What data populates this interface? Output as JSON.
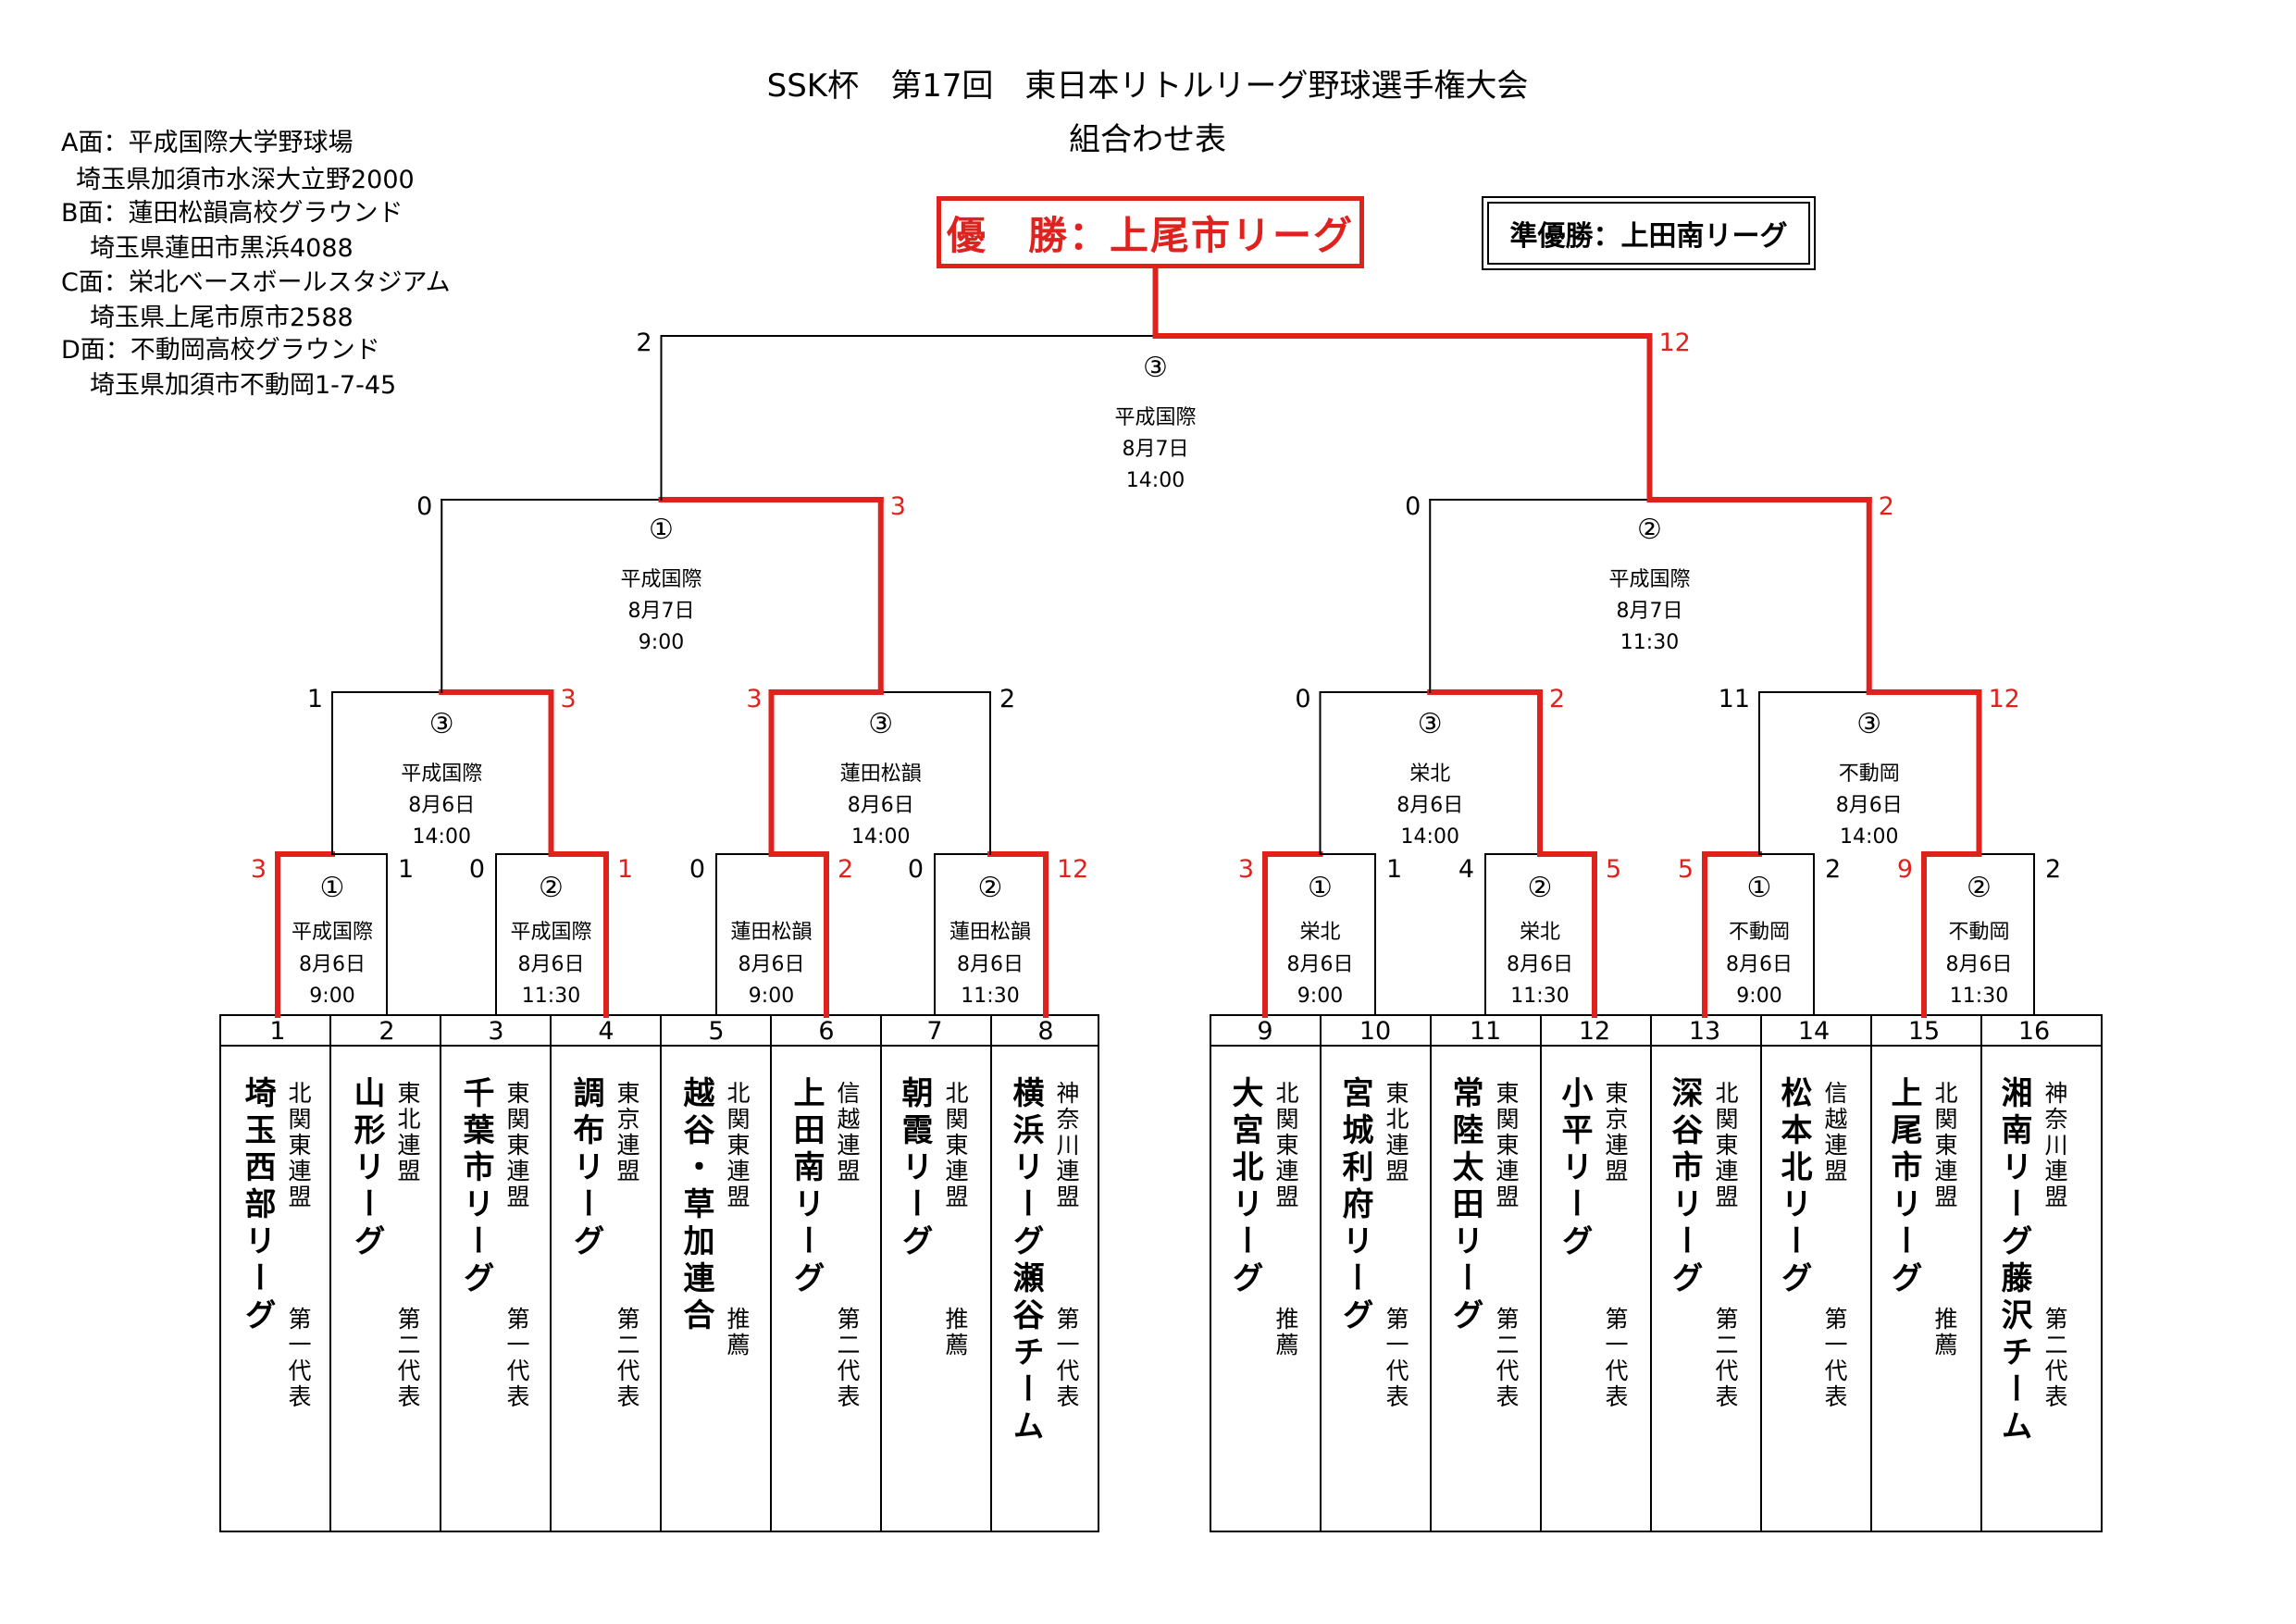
{
  "title": "SSK杯　第17回　東日本リトルリーグ野球選手権大会",
  "subtitle": "組合わせ表",
  "venues": [
    "A面：平成国際大学野球場",
    "埼玉県加須市水深大立野2000",
    "B面：蓮田松韻高校グラウンド",
    "埼玉県蓮田市黒浜4088",
    "C面：栄北ベースボールスタジアム",
    "埼玉県上尾市原市2588",
    "D面：不動岡高校グラウンド",
    "埼玉県加須市不動岡1-7-45"
  ],
  "champion": "優　勝：上尾市リーグ",
  "runner_up": "準優勝：上田南リーグ",
  "colors": {
    "winner_path": "#e0221f",
    "line": "#000000"
  },
  "teams": [
    {
      "no": "1",
      "name": "埼玉西部リーグ",
      "league": "北関東連盟",
      "quota": "第一代表"
    },
    {
      "no": "2",
      "name": "山形リーグ",
      "league": "東北連盟",
      "quota": "第二代表"
    },
    {
      "no": "3",
      "name": "千葉市リーグ",
      "league": "東関東連盟",
      "quota": "第一代表"
    },
    {
      "no": "4",
      "name": "調布リーグ",
      "league": "東京連盟",
      "quota": "第二代表"
    },
    {
      "no": "5",
      "name": "越谷・草加連合",
      "league": "北関東連盟",
      "quota": "推薦"
    },
    {
      "no": "6",
      "name": "上田南リーグ",
      "league": "信越連盟",
      "quota": "第二代表"
    },
    {
      "no": "7",
      "name": "朝霞リーグ",
      "league": "北関東連盟",
      "quota": "推薦"
    },
    {
      "no": "8",
      "name": "横浜リーグ瀬谷チーム",
      "league": "神奈川連盟",
      "quota": "第一代表"
    },
    {
      "no": "9",
      "name": "大宮北リーグ",
      "league": "北関東連盟",
      "quota": "推薦"
    },
    {
      "no": "10",
      "name": "宮城利府リーグ",
      "league": "東北連盟",
      "quota": "第一代表"
    },
    {
      "no": "11",
      "name": "常陸太田リーグ",
      "league": "東関東連盟",
      "quota": "第二代表"
    },
    {
      "no": "12",
      "name": "小平リーグ",
      "league": "東京連盟",
      "quota": "第一代表"
    },
    {
      "no": "13",
      "name": "深谷市リーグ",
      "league": "北関東連盟",
      "quota": "第二代表"
    },
    {
      "no": "14",
      "name": "松本北リーグ",
      "league": "信越連盟",
      "quota": "第一代表"
    },
    {
      "no": "15",
      "name": "上尾市リーグ",
      "league": "北関東連盟",
      "quota": "推薦"
    },
    {
      "no": "16",
      "name": "湘南リーグ藤沢チーム",
      "league": "神奈川連盟",
      "quota": "第二代表"
    }
  ],
  "round1": [
    {
      "no": "①",
      "venue": "平成国際",
      "date": "8月6日",
      "time": "9:00",
      "score_left": "3",
      "score_right": "1",
      "winner": "left"
    },
    {
      "no": "②",
      "venue": "平成国際",
      "date": "8月6日",
      "time": "11:30",
      "score_left": "0",
      "score_right": "1",
      "winner": "right"
    },
    {
      "no": "",
      "venue": "蓮田松韻",
      "date": "8月6日",
      "time": "9:00",
      "score_left": "0",
      "score_right": "2",
      "winner": "right"
    },
    {
      "no": "②",
      "venue": "蓮田松韻",
      "date": "8月6日",
      "time": "11:30",
      "score_left": "0",
      "score_right": "12",
      "winner": "right"
    },
    {
      "no": "①",
      "venue": "栄北",
      "date": "8月6日",
      "time": "9:00",
      "score_left": "3",
      "score_right": "1",
      "winner": "left"
    },
    {
      "no": "②",
      "venue": "栄北",
      "date": "8月6日",
      "time": "11:30",
      "score_left": "4",
      "score_right": "5",
      "winner": "right"
    },
    {
      "no": "①",
      "venue": "不動岡",
      "date": "8月6日",
      "time": "9:00",
      "score_left": "5",
      "score_right": "2",
      "winner": "left"
    },
    {
      "no": "②",
      "venue": "不動岡",
      "date": "8月6日",
      "time": "11:30",
      "score_left": "9",
      "score_right": "2",
      "winner": "left"
    }
  ],
  "round2": [
    {
      "no": "③",
      "venue": "平成国際",
      "date": "8月6日",
      "time": "14:00",
      "score_left": "1",
      "score_right": "3",
      "winner": "right"
    },
    {
      "no": "③",
      "venue": "蓮田松韻",
      "date": "8月6日",
      "time": "14:00",
      "score_left": "3",
      "score_right": "2",
      "winner": "left"
    },
    {
      "no": "③",
      "venue": "栄北",
      "date": "8月6日",
      "time": "14:00",
      "score_left": "0",
      "score_right": "2",
      "winner": "right"
    },
    {
      "no": "③",
      "venue": "不動岡",
      "date": "8月6日",
      "time": "14:00",
      "score_left": "11",
      "score_right": "12",
      "winner": "right"
    }
  ],
  "semis": [
    {
      "no": "①",
      "venue": "平成国際",
      "date": "8月7日",
      "time": "9:00",
      "score_left": "0",
      "score_right": "3",
      "winner": "right"
    },
    {
      "no": "②",
      "venue": "平成国際",
      "date": "8月7日",
      "time": "11:30",
      "score_left": "0",
      "score_right": "2",
      "winner": "right"
    }
  ],
  "final": {
    "no": "③",
    "venue": "平成国際",
    "date": "8月7日",
    "time": "14:00",
    "score_left": "2",
    "score_right": "12",
    "winner": "right"
  }
}
